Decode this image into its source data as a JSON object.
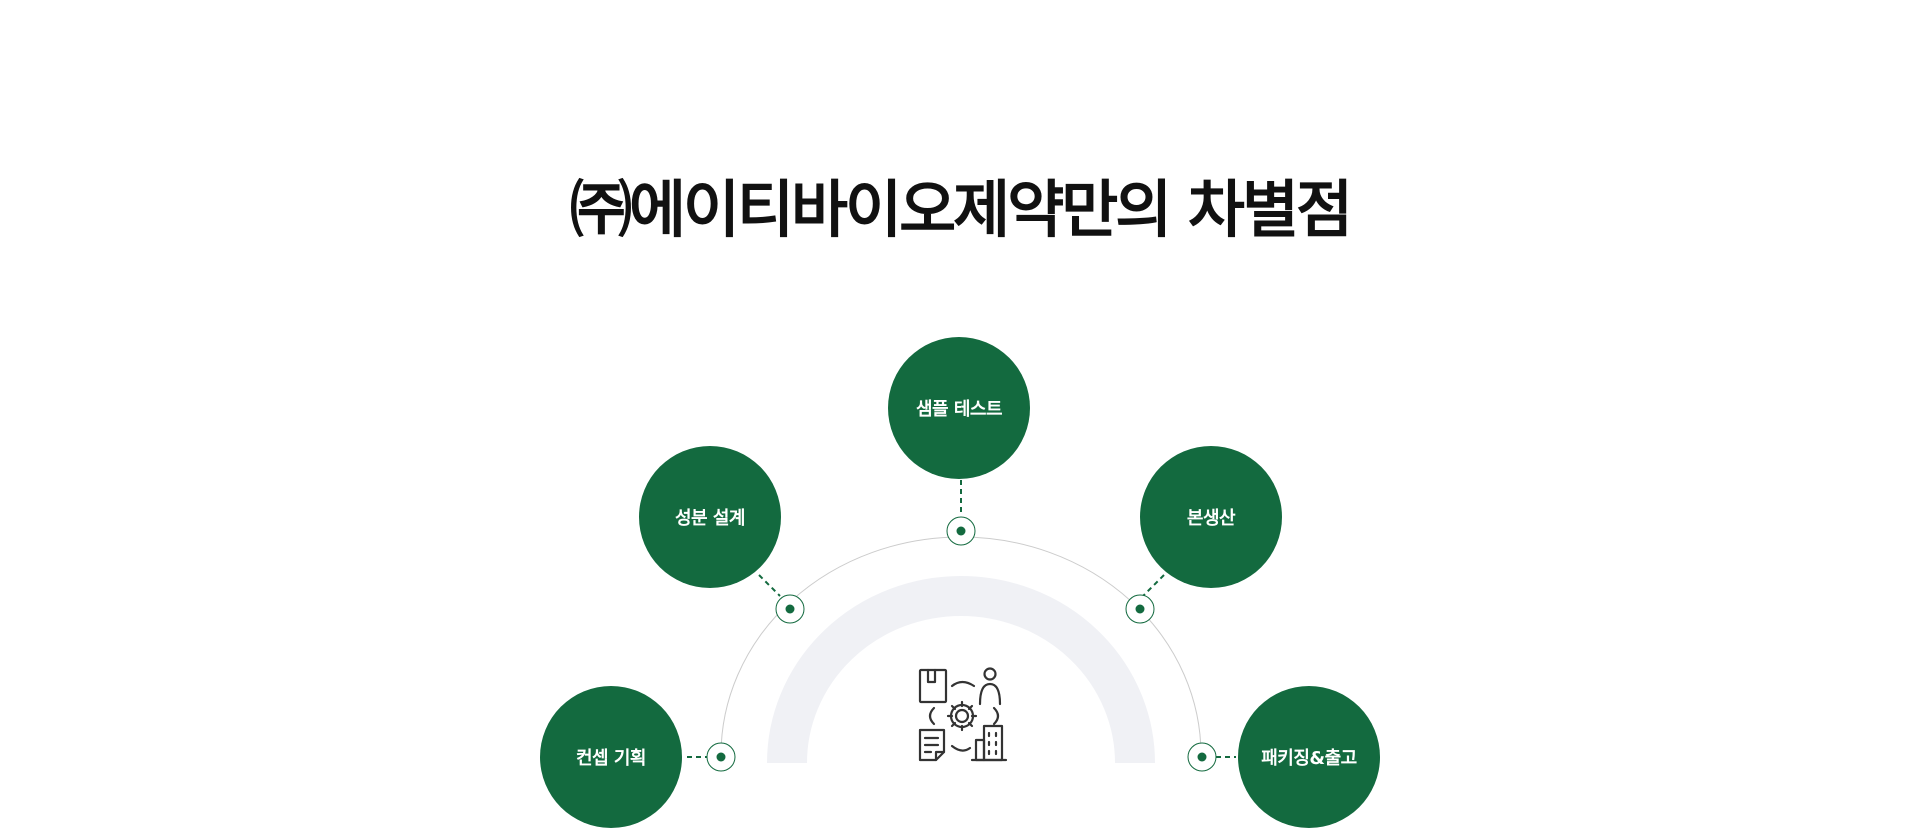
{
  "title": "㈜에이티바이오제약만의 차별점",
  "steps": [
    {
      "label": "컨셉 기획"
    },
    {
      "label": "성분 설계"
    },
    {
      "label": "샘플 테스트"
    },
    {
      "label": "본생산"
    },
    {
      "label": "패키징&출고"
    }
  ],
  "colors": {
    "brand_green": "#136a3f",
    "arc_line": "#cccccc",
    "inner_band": "#f0f1f5",
    "title_text": "#111111",
    "icon_stroke": "#333333"
  },
  "center_icon": "process-management-icon"
}
